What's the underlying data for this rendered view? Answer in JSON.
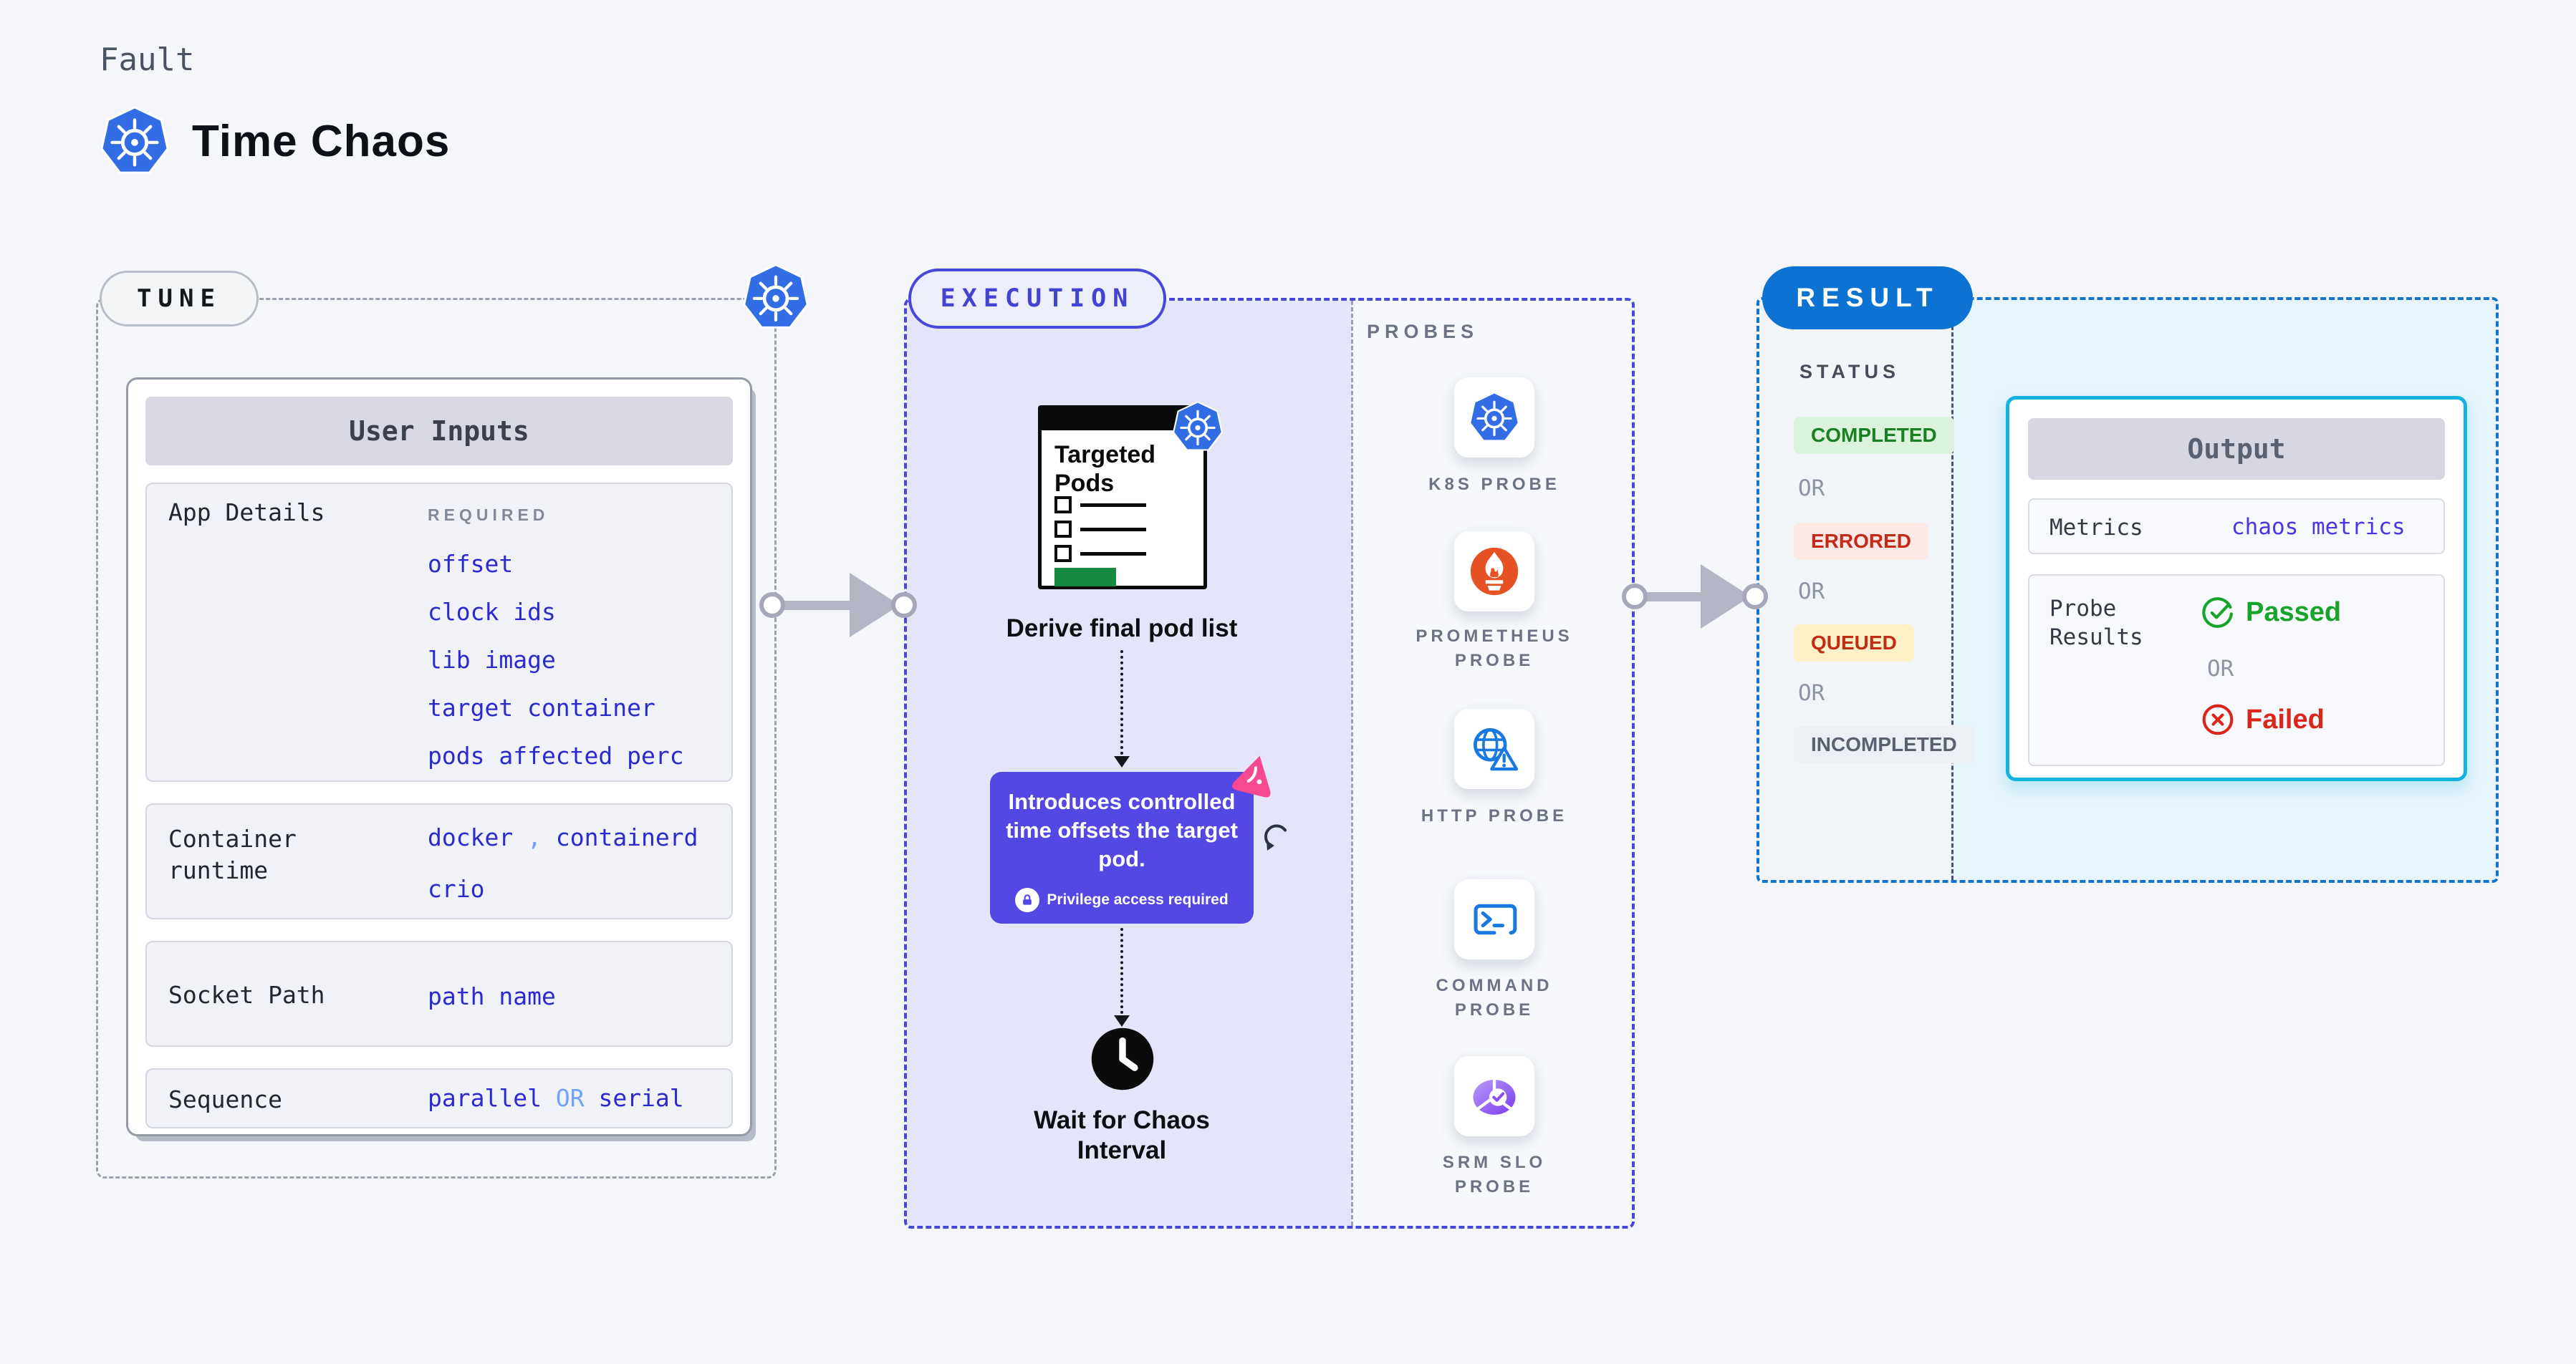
{
  "header": {
    "eyebrow": "Fault",
    "title": "Time Chaos",
    "logo": "kubernetes-icon"
  },
  "tune": {
    "pill": "TUNE",
    "card_header": "User Inputs",
    "app_details": {
      "label": "App Details",
      "tag": "REQUIRED",
      "links": [
        "offset",
        "clock ids",
        "lib image",
        "target container",
        "pods affected perc"
      ]
    },
    "container_runtime": {
      "label": "Container\nruntime",
      "parts": [
        "docker",
        ",",
        "containerd"
      ],
      "line2": "crio"
    },
    "socket_path": {
      "label": "Socket Path",
      "value": "path name"
    },
    "sequence": {
      "label": "Sequence",
      "parts": [
        "parallel",
        "OR",
        "serial"
      ]
    }
  },
  "execution": {
    "pill": "EXECUTION",
    "pod_card_title": "Targeted Pods",
    "derive_caption": "Derive final pod list",
    "tooltip_text": "Introduces controlled time offsets the target pod.",
    "tooltip_note": "Privilege access required",
    "wait_caption": "Wait for Chaos Interval"
  },
  "probes": {
    "heading": "PROBES",
    "items": [
      {
        "label": "K8S PROBE",
        "icon": "kubernetes-icon"
      },
      {
        "label": "PROMETHEUS PROBE",
        "icon": "prometheus-icon"
      },
      {
        "label": "HTTP PROBE",
        "icon": "http-globe-warning-icon"
      },
      {
        "label": "COMMAND PROBE",
        "icon": "terminal-icon"
      },
      {
        "label": "SRM SLO PROBE",
        "icon": "slo-pie-check-icon"
      }
    ]
  },
  "result": {
    "pill": "RESULT",
    "status_heading": "STATUS",
    "or": "OR",
    "statuses": [
      "COMPLETED",
      "ERRORED",
      "QUEUED",
      "INCOMPLETED"
    ],
    "output": {
      "header": "Output",
      "metrics_label": "Metrics",
      "metrics_value": "chaos metrics",
      "probe_results_label": "Probe\nResults",
      "passed": "Passed",
      "or": "OR",
      "failed": "Failed"
    }
  },
  "colors": {
    "page_bg": "#f4f6f9",
    "accent_indigo": "#4747d9",
    "tooltip_bg": "#5348e4",
    "result_blue": "#0d73d2",
    "output_border": "#12b2e1",
    "link_blue": "#2a2ad0",
    "link_light_blue": "#70a3f7",
    "completed_green": "#1b8024",
    "errored_red": "#c6281a",
    "queued_red": "#c02d12",
    "passed_green": "#17a42b",
    "failed_red": "#da261b",
    "k8s_blue": "#326de6",
    "prometheus_orange": "#e75225",
    "http_blue": "#1879e0",
    "srm_purple": "#7a3bee",
    "litmus_pink": "#f6498f",
    "pod_green": "#168a41"
  }
}
